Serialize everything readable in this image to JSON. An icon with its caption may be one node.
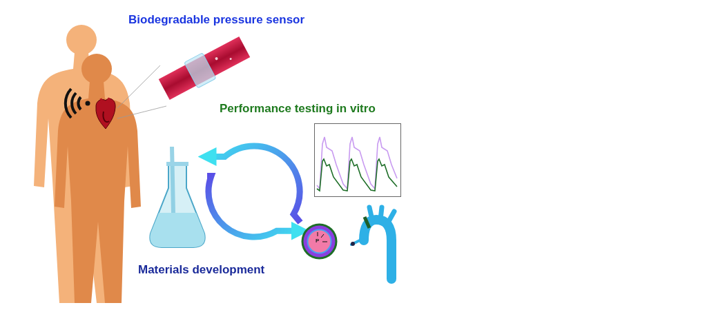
{
  "diagram": {
    "nodes": [
      {
        "text": [],
        "shape": "picture"
      },
      {
        "text": [],
        "shape": "picture"
      },
      {
        "text": [],
        "shape": "picture"
      },
      {
        "text": [
          "P"
        ]
      },
      {
        "text": [],
        "shape": "picture"
      },
      {
        "text": [],
        "shape": "picture"
      }
    ],
    "edges": [
      {
        "from": 0,
        "to": 1,
        "arrow": "none"
      },
      {
        "from": 0,
        "to": 1,
        "arrow": "none"
      },
      {
        "from": 2,
        "to": 3,
        "arrow": "to"
      },
      {
        "from": 3,
        "to": 2,
        "arrow": "to"
      }
    ],
    "labels": [
      "Biodegradable pressure sensor",
      "Performance testing in vitro",
      "Materials development"
    ]
  }
}
